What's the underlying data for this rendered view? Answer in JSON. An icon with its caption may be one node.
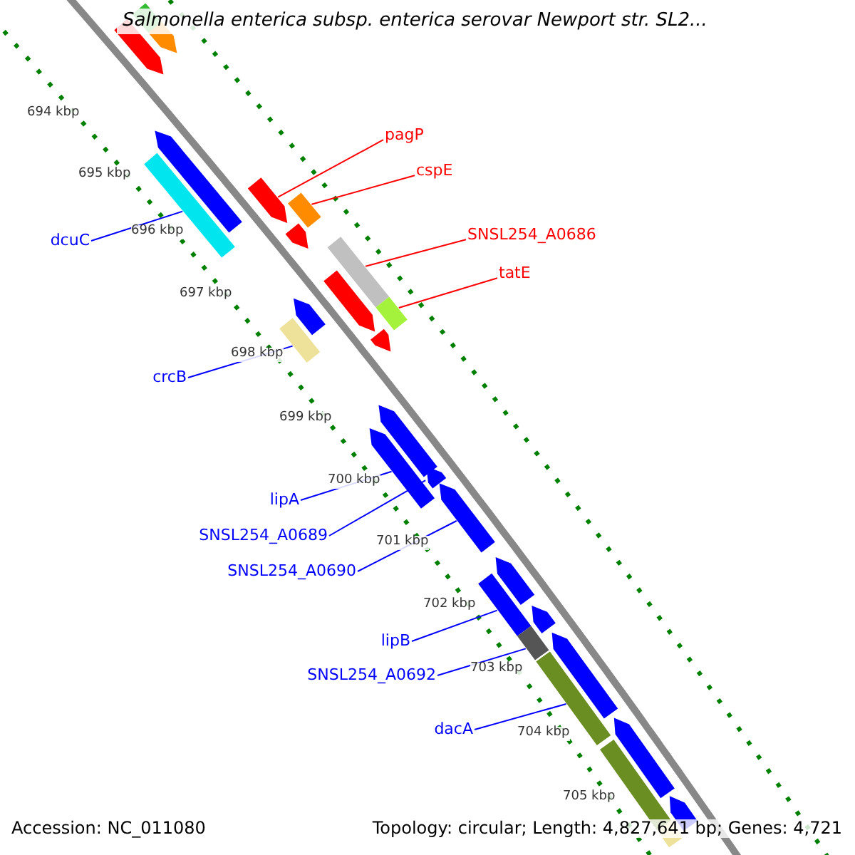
{
  "diagram": {
    "title": "Salmonella enterica subsp. enterica serovar Newport str. SL2...",
    "nodes": [
      {
        "text": [
          "pagP"
        ]
      },
      {
        "text": [
          "cspE"
        ]
      },
      {
        "text": [
          "SNSL254_A0686"
        ]
      },
      {
        "text": [
          "dcuC"
        ]
      },
      {
        "text": [
          "tatE"
        ]
      },
      {
        "text": [
          "crcB"
        ]
      },
      {
        "text": [
          "lipA"
        ]
      },
      {
        "text": [
          "SNSL254_A0689"
        ]
      },
      {
        "text": [
          "SNSL254_A0690"
        ]
      },
      {
        "text": [
          "lipB"
        ]
      },
      {
        "text": [
          "SNSL254_A0692"
        ]
      },
      {
        "text": [
          "dacA"
        ]
      },
      {
        "text": [],
        "shape": "pentagon"
      },
      {
        "text": [],
        "shape": "bar"
      },
      {
        "text": [],
        "shape": "pentagon"
      },
      {
        "text": [],
        "shape": "pentagon"
      },
      {
        "text": [],
        "shape": "bar"
      },
      {
        "text": [],
        "shape": "pentagon"
      },
      {
        "text": [],
        "shape": "bar"
      },
      {
        "text": [],
        "shape": "pentagon"
      },
      {
        "text": [],
        "shape": "bar"
      },
      {
        "text": [],
        "shape": "pentagon"
      },
      {
        "text": [],
        "shape": "pentagon"
      },
      {
        "text": [],
        "shape": "bar"
      },
      {
        "text": [],
        "shape": "bar"
      },
      {
        "text": [],
        "shape": "pentagon"
      },
      {
        "text": [],
        "shape": "pentagon"
      },
      {
        "text": [],
        "shape": "pentagon"
      },
      {
        "text": [],
        "shape": "pentagon"
      },
      {
        "text": [],
        "shape": "pentagon"
      },
      {
        "text": [],
        "shape": "pentagon"
      },
      {
        "text": [],
        "shape": "bar"
      },
      {
        "text": [],
        "shape": "pentagon"
      },
      {
        "text": [],
        "shape": "bar"
      },
      {
        "text": [],
        "shape": "pentagon"
      },
      {
        "text": [],
        "shape": "bar"
      },
      {
        "text": [],
        "shape": "pentagon"
      },
      {
        "text": [],
        "shape": "bar"
      },
      {
        "text": [],
        "shape": "pentagon"
      },
      {
        "text": [],
        "shape": "bar"
      }
    ],
    "edges": [
      {
        "from": 0,
        "to": 17,
        "arrow": "none",
        "color": "#ff0000"
      },
      {
        "from": 1,
        "to": 18,
        "arrow": "none",
        "color": "#ff0000"
      },
      {
        "from": 2,
        "to": 20,
        "arrow": "none",
        "color": "#ff0000"
      },
      {
        "from": 3,
        "to": 16,
        "arrow": "none"
      },
      {
        "from": 4,
        "to": 24,
        "arrow": "none",
        "color": "#ff0000"
      },
      {
        "from": 5,
        "to": 23,
        "arrow": "none"
      },
      {
        "from": 6,
        "to": 27,
        "arrow": "none"
      },
      {
        "from": 7,
        "to": 28,
        "arrow": "none"
      },
      {
        "from": 8,
        "to": 29,
        "arrow": "none"
      },
      {
        "from": 9,
        "to": 31,
        "arrow": "none"
      },
      {
        "from": 10,
        "to": 33,
        "arrow": "none"
      },
      {
        "from": 11,
        "to": 35,
        "arrow": "none"
      }
    ],
    "labels": [
      "694 kbp",
      "695 kbp",
      "696 kbp",
      "697 kbp",
      "698 kbp",
      "699 kbp",
      "700 kbp",
      "701 kbp",
      "702 kbp",
      "703 kbp",
      "704 kbp",
      "705 kbp",
      "Accession: NC_011080",
      "Topology: circular; Length: 4,827,641 bp; Genes: 4,721"
    ]
  }
}
